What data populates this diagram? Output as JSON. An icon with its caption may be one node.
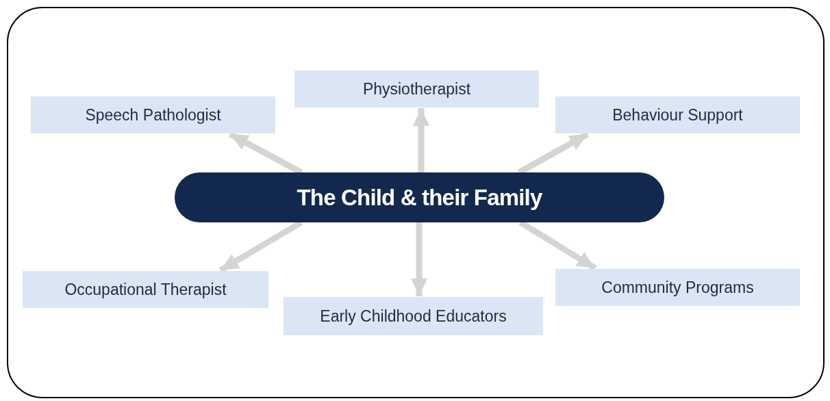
{
  "diagram": {
    "nodes": [
      {
        "text": [
          "Speech Pathologist"
        ]
      },
      {
        "text": [
          "Physiotherapist"
        ]
      },
      {
        "text": [
          "Behaviour Support"
        ]
      },
      {
        "text": [
          "The Child & their Family"
        ]
      },
      {
        "text": [
          "Occupational Therapist"
        ]
      },
      {
        "text": [
          "Early Childhood Educators"
        ]
      },
      {
        "text": [
          "Community Programs"
        ]
      }
    ],
    "edges": [
      {
        "from": 3,
        "to": 0,
        "arrow": "to"
      },
      {
        "from": 3,
        "to": 1,
        "arrow": "to"
      },
      {
        "from": 3,
        "to": 2,
        "arrow": "to"
      },
      {
        "from": 3,
        "to": 4,
        "arrow": "to"
      },
      {
        "from": 3,
        "to": 5,
        "arrow": "to"
      },
      {
        "from": 3,
        "to": 6,
        "arrow": "to"
      }
    ]
  }
}
